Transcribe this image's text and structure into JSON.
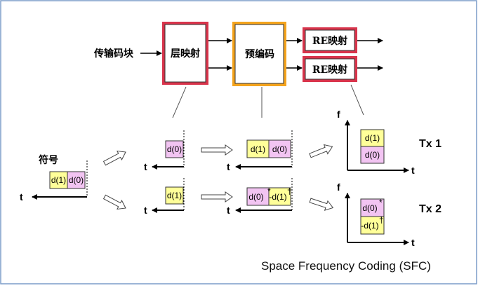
{
  "input_label": "传输码块",
  "blocks": {
    "layer_mapping": "层映射",
    "precoding": "预编码",
    "re_mapping_1": "RE映射",
    "re_mapping_2": "RE映射"
  },
  "symbol_label": "符号",
  "axis": {
    "t": "t",
    "f": "f"
  },
  "cells": {
    "d1": "d(1)",
    "d0": "d(0)",
    "d0_conj": "d(0)",
    "neg_d1_conj": "-d(1)",
    "conj_mark": "*",
    "dagger_mark": "†"
  },
  "tx": {
    "tx1": "Tx 1",
    "tx2": "Tx 2"
  },
  "caption": "Space Frequency Coding (SFC)",
  "colors": {
    "border": "#7a9cc8",
    "red_box": "#d8344b",
    "orange_box": "#f4a31c",
    "yellow": "#ffff99",
    "pink": "#f2c4f2",
    "box_fill": "#ffffff"
  }
}
